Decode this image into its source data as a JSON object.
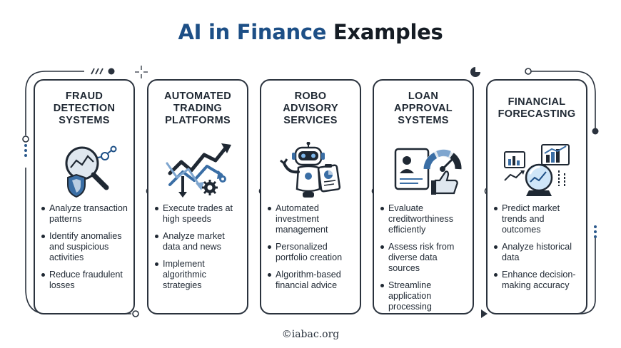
{
  "title": {
    "part1": "AI in Finance",
    "part2": "Examples"
  },
  "cards": [
    {
      "heading": [
        "FRAUD",
        "DETECTION",
        "SYSTEMS"
      ],
      "icon": "magnifier-chart-shield-icon",
      "bullets": [
        "Analyze transaction patterns",
        "Identify anomalies and suspicious activities",
        "Reduce fraudulent losses"
      ]
    },
    {
      "heading": [
        "AUTOMATED",
        "TRADING",
        "PLATFORMS"
      ],
      "icon": "trading-arrows-gear-icon",
      "bullets": [
        "Execute trades at high speeds",
        "Analyze market data and news",
        "Implement algorithmic strategies"
      ]
    },
    {
      "heading": [
        "ROBO",
        "ADVISORY",
        "SERVICES"
      ],
      "icon": "robot-advisor-icon",
      "bullets": [
        "Automated investment management",
        "Personalized portfolio creation",
        "Algorithm-based financial advice"
      ]
    },
    {
      "heading": [
        "LOAN",
        "APPROVAL",
        "SYSTEMS"
      ],
      "icon": "loan-approval-gauge-icon",
      "bullets": [
        "Evaluate creditworthiness efficiently",
        "Assess risk from diverse data sources",
        "Streamline application processing"
      ]
    },
    {
      "heading": [
        "FINANCIAL",
        "FORECASTING"
      ],
      "icon": "crystal-ball-charts-icon",
      "bullets": [
        "Predict market trends and outcomes",
        "Analyze historical data",
        "Enhance decision-making accuracy"
      ]
    }
  ],
  "footer": "©iabac.org",
  "colors": {
    "accent": "#1d4f86",
    "ink": "#1f2833",
    "border": "#2a323d",
    "light": "#dfe7ef"
  }
}
